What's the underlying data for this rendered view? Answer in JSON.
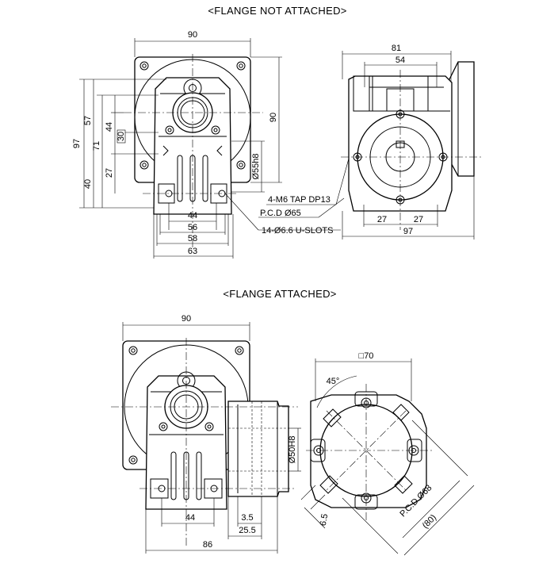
{
  "headings": {
    "top": "<FLANGE NOT ATTACHED>",
    "bottom": "<FLANGE ATTACHED>"
  },
  "top_front": {
    "width_top": "90",
    "dim_57": "57",
    "dim_97": "97",
    "dim_71": "71",
    "dim_44": "44",
    "dim_30": "30",
    "dim_27": "27",
    "dim_40": "40",
    "dim_90_right": "90",
    "shaft_dia": "Ø55h8",
    "dim_44_bottom": "44",
    "dim_56": "56",
    "dim_58": "58",
    "dim_63": "63"
  },
  "callouts": {
    "tap": "4-M6 TAP DP13",
    "pcd": "P.C.D Ø65",
    "slots": "14-Ø6.6 U-SLOTS"
  },
  "top_side": {
    "dim_81": "81",
    "dim_54": "54",
    "dim_27_left": "27",
    "dim_27_right": "27",
    "dim_97": "97"
  },
  "bottom_front": {
    "width_top": "90",
    "shaft_dia": "Ø50H8",
    "dim_44": "44",
    "dim_3_5": "3.5",
    "dim_25_5": "25.5",
    "dim_86": "86"
  },
  "flange": {
    "square": "□70",
    "angle": "45°",
    "pcd": "P.C.D Ø68",
    "dim_80": "(80)",
    "dim_6_5": "6.5"
  }
}
